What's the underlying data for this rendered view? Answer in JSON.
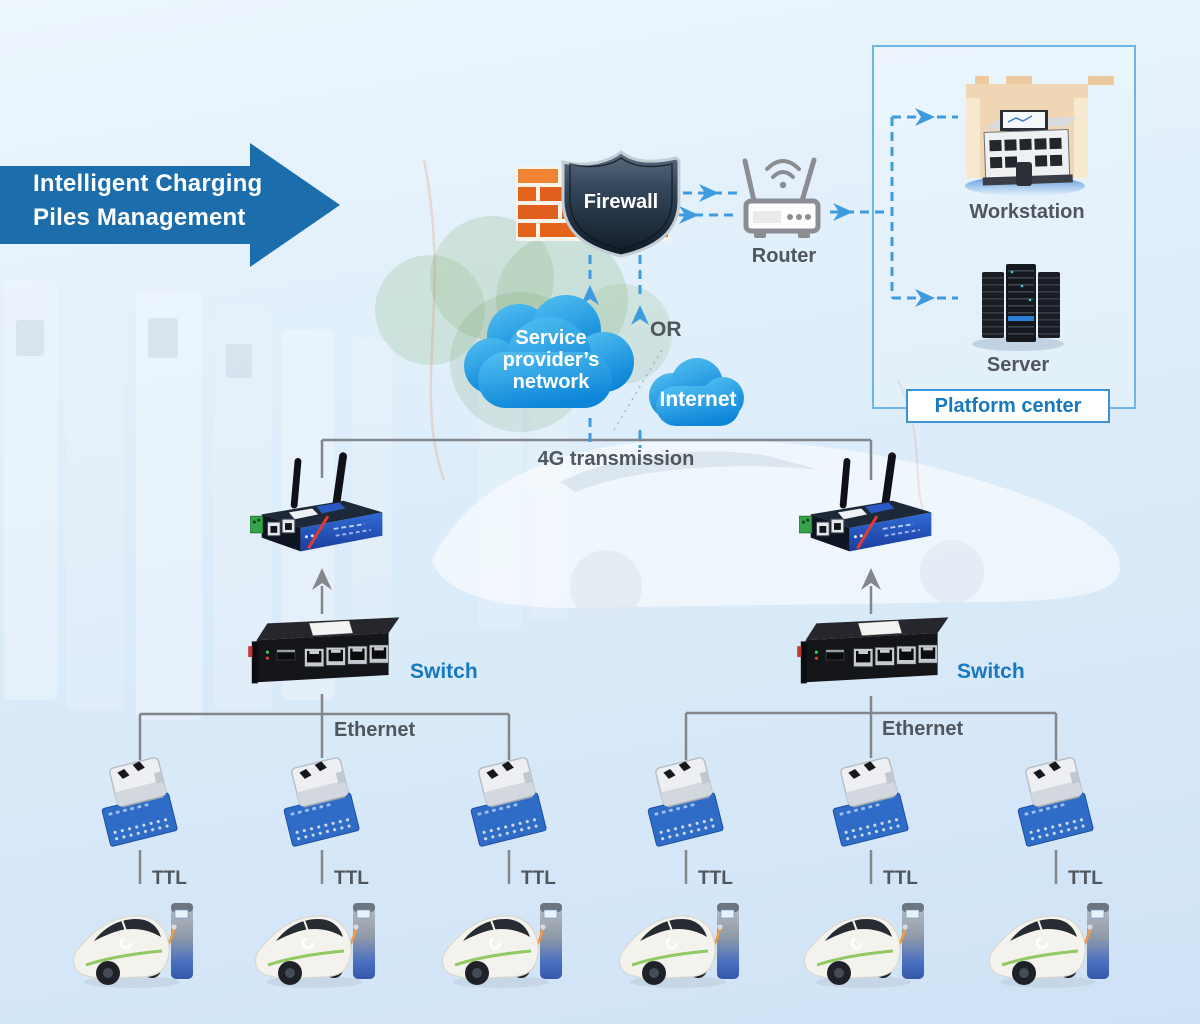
{
  "banner": {
    "line1": "Intelligent Charging",
    "line2": "Piles Management"
  },
  "network": {
    "firewall": "Firewall",
    "router": "Router",
    "or": "OR",
    "service_cloud": {
      "line1": "Service",
      "line2": "provider’s",
      "line3": "network"
    },
    "internet_cloud": "Internet",
    "transmission": "4G transmission"
  },
  "platform": {
    "workstation": "Workstation",
    "server": "Server",
    "title": "Platform center"
  },
  "lan": {
    "switch": "Switch",
    "ethernet": "Ethernet",
    "ttl": "TTL"
  },
  "icons": {
    "firewall": "brick-wall-with-shield",
    "router": "wireless-router",
    "clouds": "network-cloud",
    "cellular_router": "industrial-4g-router",
    "switch": "industrial-ethernet-switch",
    "ttl_module": "ttl-serial-module",
    "terminal": "ev-car-with-charging-pile",
    "workstation": "industrial-workstation",
    "server": "server-rack"
  },
  "colors": {
    "banner_blue": "#1b6dab",
    "accent_blue": "#1878c0",
    "dashed_blue": "#3f9be0",
    "line_gray": "#83878c",
    "text_gray": "#50565c",
    "cloud_top": "#55c1f3",
    "cloud_bottom": "#0e86d8",
    "brick_orange": "#e5641c"
  }
}
